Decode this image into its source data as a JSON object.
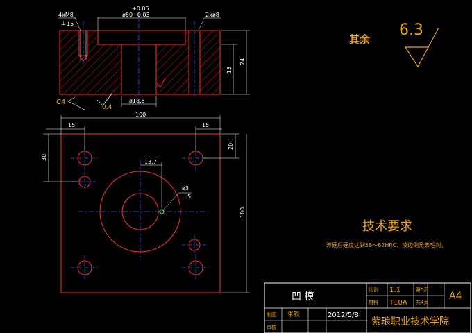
{
  "drawing": {
    "roughness": {
      "label": "其余",
      "value": "6.3"
    },
    "section_view": {
      "thread_callout": "4xM8",
      "thread_depth": "15",
      "tolerance_upper": "+0.06",
      "bore_diameter": "ø50+0.03",
      "pin_callout": "2xø8",
      "height_24": "24",
      "height_15": "15",
      "bottom_diameter": "ø18.5",
      "chamfer": "C4",
      "roughness_04": "0.4"
    },
    "plan_view": {
      "width": "100",
      "left_offset": "15",
      "right_offset": "15",
      "right_top_offset": "20",
      "left_top_offset": "30",
      "height": "100",
      "center_offset": "13.7",
      "pin_diameter": "ø3",
      "pin_depth": "5"
    },
    "tech_requirements": {
      "title": "技术要求",
      "line1": "淬硬后硬度达到58～62HRC，棱边倒角去毛刺。"
    },
    "title_block": {
      "part_name": "凹  模",
      "scale_label": "比例",
      "scale_value": "1:1",
      "sheet_label": "第5页",
      "material_label": "材料",
      "material_value": "T10A",
      "total_label": "共4页",
      "paper_size": "A4",
      "designer_label": "制图",
      "designer_name": "朱铁",
      "date": "2012/5/8",
      "checker_label": "审核",
      "school": "紫琅职业技术学院"
    }
  }
}
